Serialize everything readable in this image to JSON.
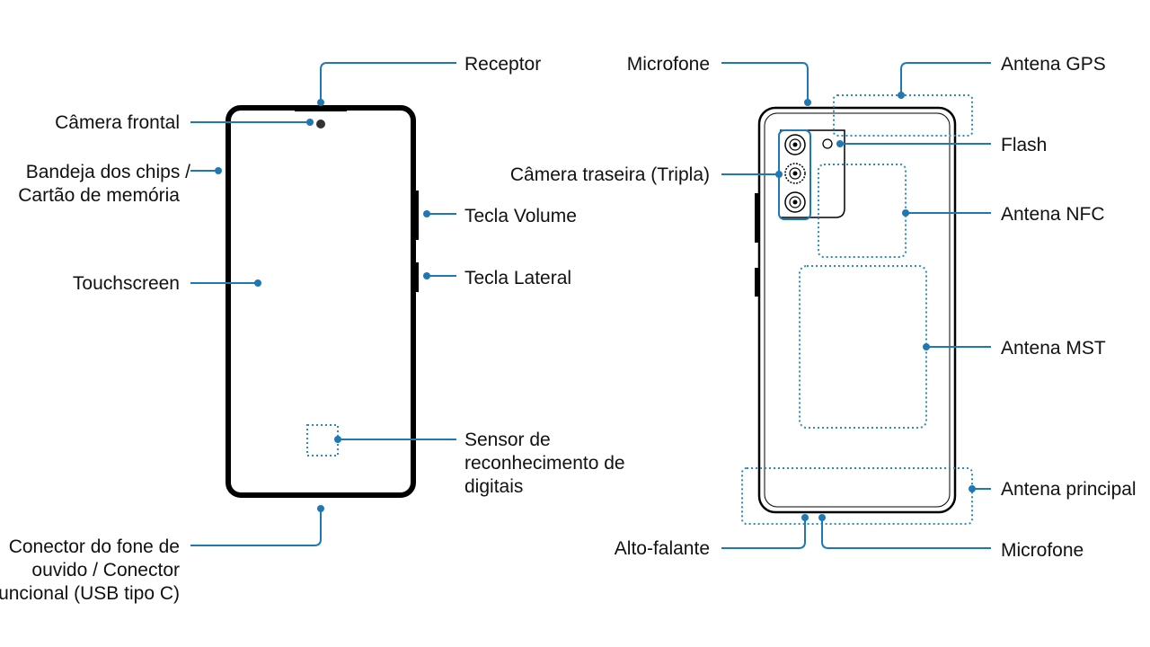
{
  "front": {
    "receiver": "Receptor",
    "front_camera": "Câmera frontal",
    "sim_tray_line1": "Bandeja dos chips /",
    "sim_tray_line2": "Cartão de memória",
    "volume_key": "Tecla Volume",
    "side_key": "Tecla Lateral",
    "touchscreen": "Touchscreen",
    "fingerprint_line1": "Sensor de",
    "fingerprint_line2": "reconhecimento de",
    "fingerprint_line3": "digitais",
    "connector_line1": "Conector do fone de",
    "connector_line2": "ouvido / Conector",
    "connector_line3": "funcional (USB tipo C)"
  },
  "back": {
    "microphone_top": "Microfone",
    "gps_antenna": "Antena GPS",
    "flash": "Flash",
    "rear_camera": "Câmera traseira (Tripla)",
    "nfc_antenna": "Antena NFC",
    "mst_antenna": "Antena MST",
    "main_antenna": "Antena principal",
    "speaker": "Alto-falante",
    "microphone_bottom": "Microfone"
  },
  "colors": {
    "leader": "#1f78b4",
    "antenna_outline": "#2b8cc4",
    "device": "#000000"
  }
}
